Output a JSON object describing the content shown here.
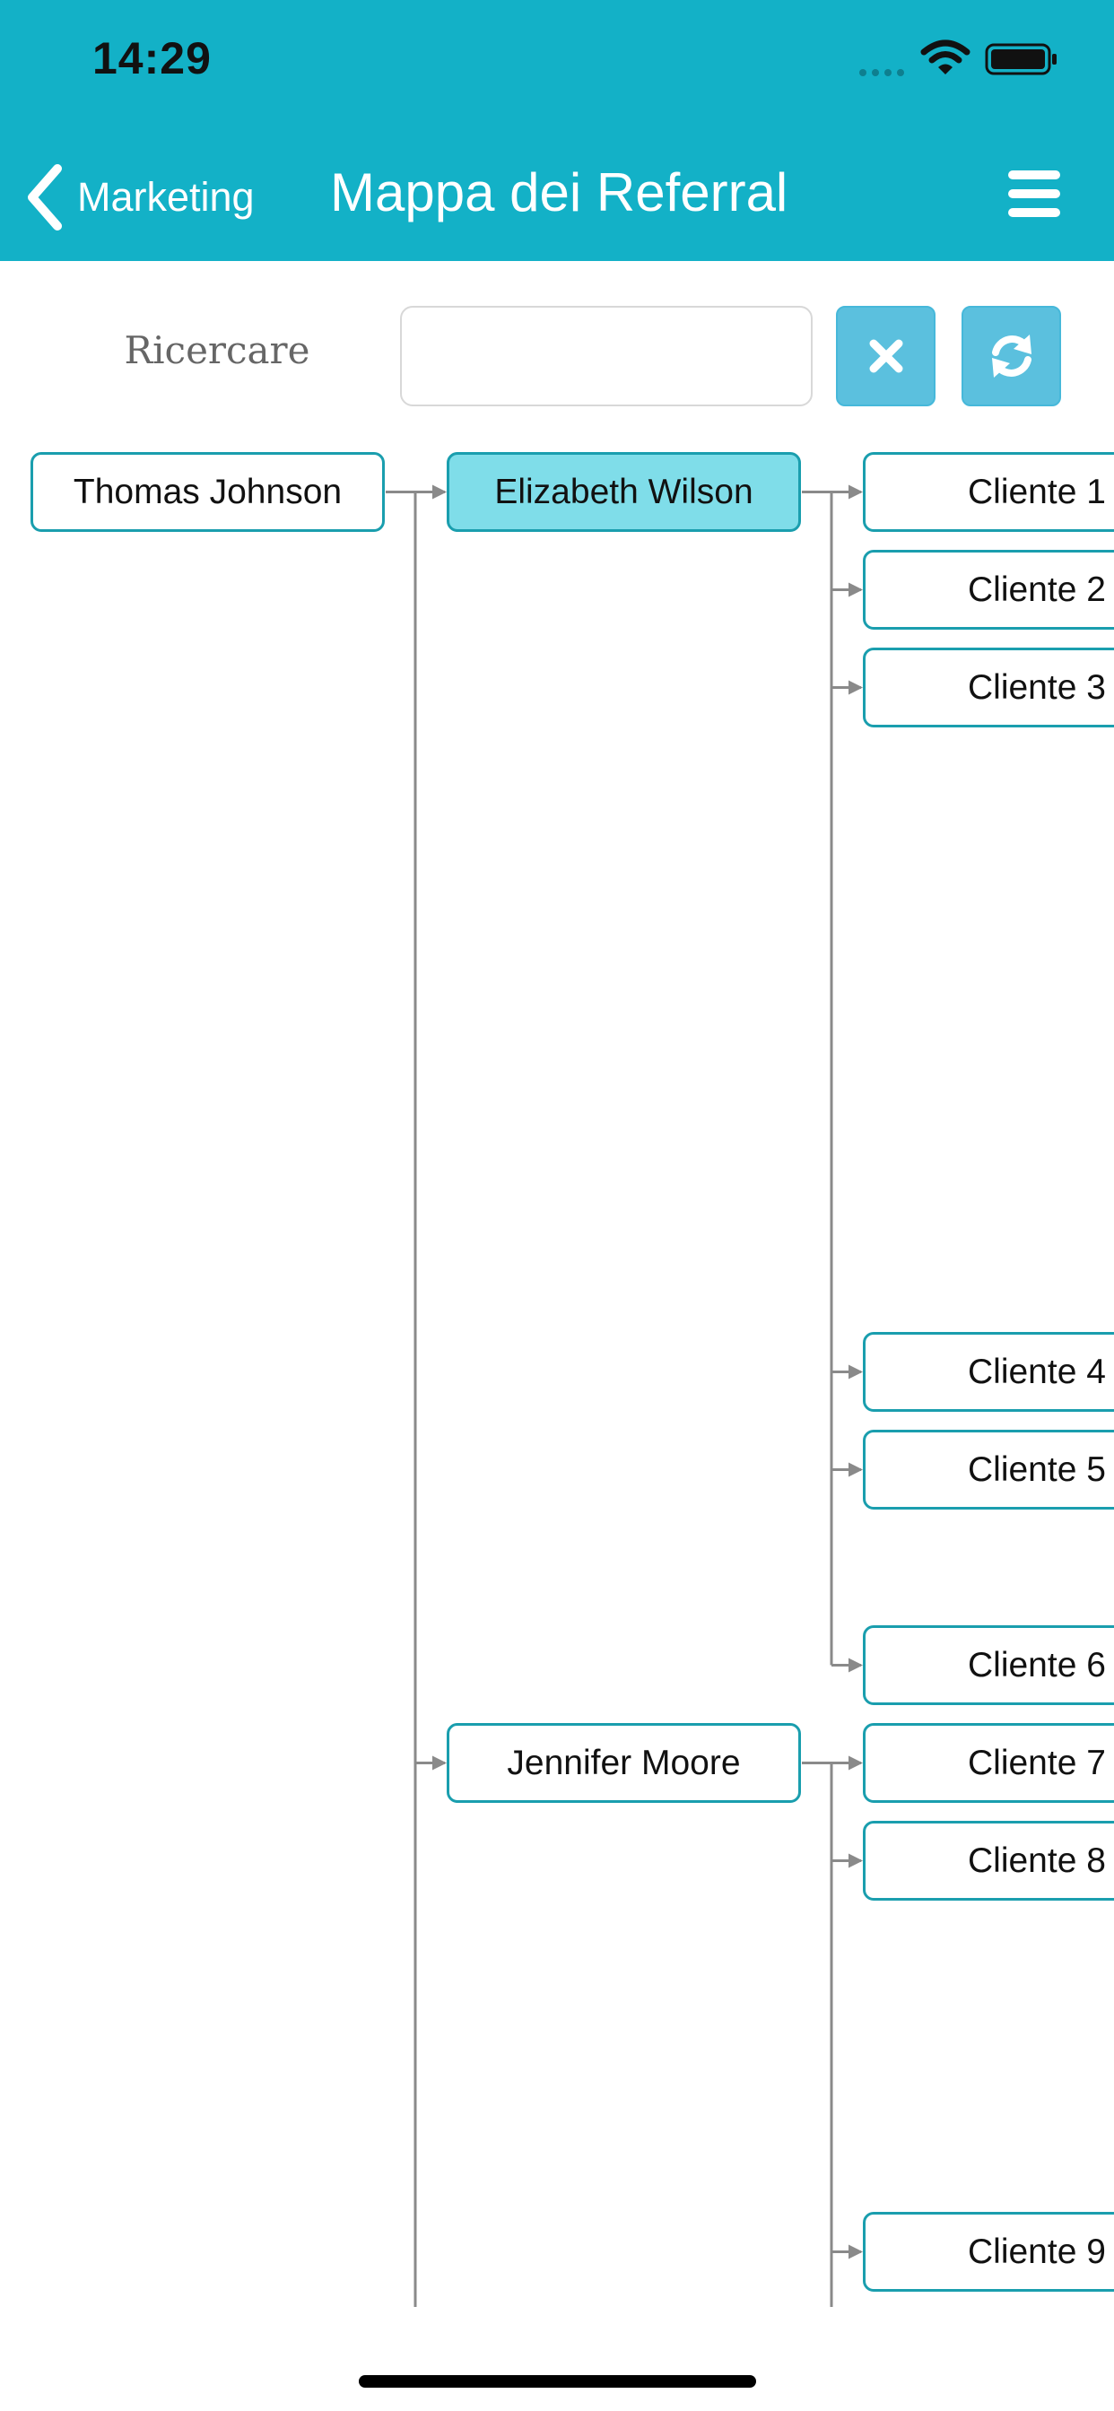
{
  "status_bar": {
    "time": "14:29"
  },
  "nav": {
    "back_label": "Marketing",
    "title": "Mappa dei Referral"
  },
  "search": {
    "label": "Ricercare",
    "value": "",
    "placeholder": ""
  },
  "tree": {
    "root": "Thomas Johnson",
    "referrers": [
      {
        "name": "Elizabeth Wilson",
        "selected": true,
        "clients": [
          "Cliente 1",
          "Cliente 2",
          "Cliente 3",
          "Cliente 4",
          "Cliente 5",
          "Cliente 6"
        ]
      },
      {
        "name": "Jennifer Moore",
        "selected": false,
        "clients": [
          "Cliente 7",
          "Cliente 8",
          "Cliente 9"
        ]
      }
    ]
  },
  "colors": {
    "primary": "#13b1c7",
    "node_border": "#1a9eae",
    "node_selected": "#7fdde9",
    "button": "#5bc0de",
    "connector": "#8a8a8a"
  }
}
